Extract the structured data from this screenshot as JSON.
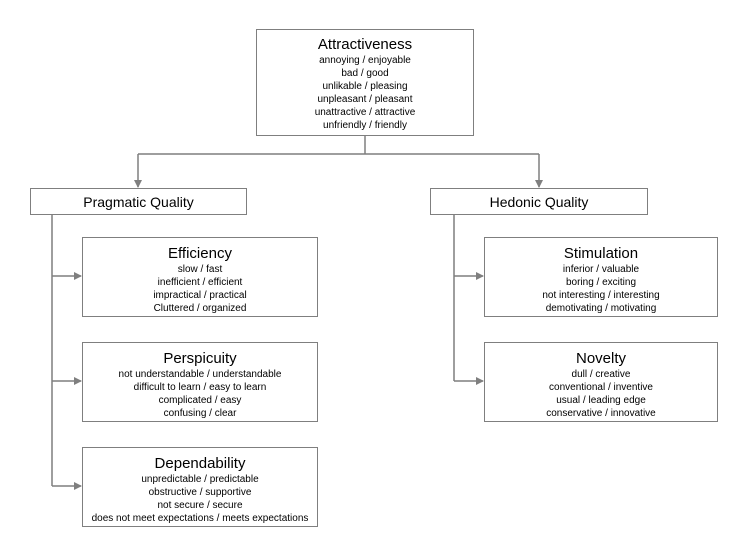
{
  "root": {
    "title": "Attractiveness",
    "items": [
      "annoying / enjoyable",
      "bad / good",
      "unlikable / pleasing",
      "unpleasant / pleasant",
      "unattractive / attractive",
      "unfriendly / friendly"
    ]
  },
  "pragmatic": {
    "title": "Pragmatic Quality",
    "efficiency": {
      "title": "Efficiency",
      "items": [
        "slow / fast",
        "inefficient / efficient",
        "impractical / practical",
        "Cluttered / organized"
      ]
    },
    "perspicuity": {
      "title": "Perspicuity",
      "items": [
        "not understandable / understandable",
        "difficult to learn / easy to learn",
        "complicated / easy",
        "confusing / clear"
      ]
    },
    "dependability": {
      "title": "Dependability",
      "items": [
        "unpredictable / predictable",
        "obstructive / supportive",
        "not secure / secure",
        "does not meet expectations / meets expectations"
      ]
    }
  },
  "hedonic": {
    "title": "Hedonic Quality",
    "stimulation": {
      "title": "Stimulation",
      "items": [
        "inferior / valuable",
        "boring / exciting",
        "not interesting / interesting",
        "demotivating / motivating"
      ]
    },
    "novelty": {
      "title": "Novelty",
      "items": [
        "dull / creative",
        "conventional / inventive",
        "usual / leading edge",
        "conservative / innovative"
      ]
    }
  },
  "colors": {
    "line": "#7f7f7f",
    "border": "#7f7f7f",
    "text": "#000000"
  }
}
